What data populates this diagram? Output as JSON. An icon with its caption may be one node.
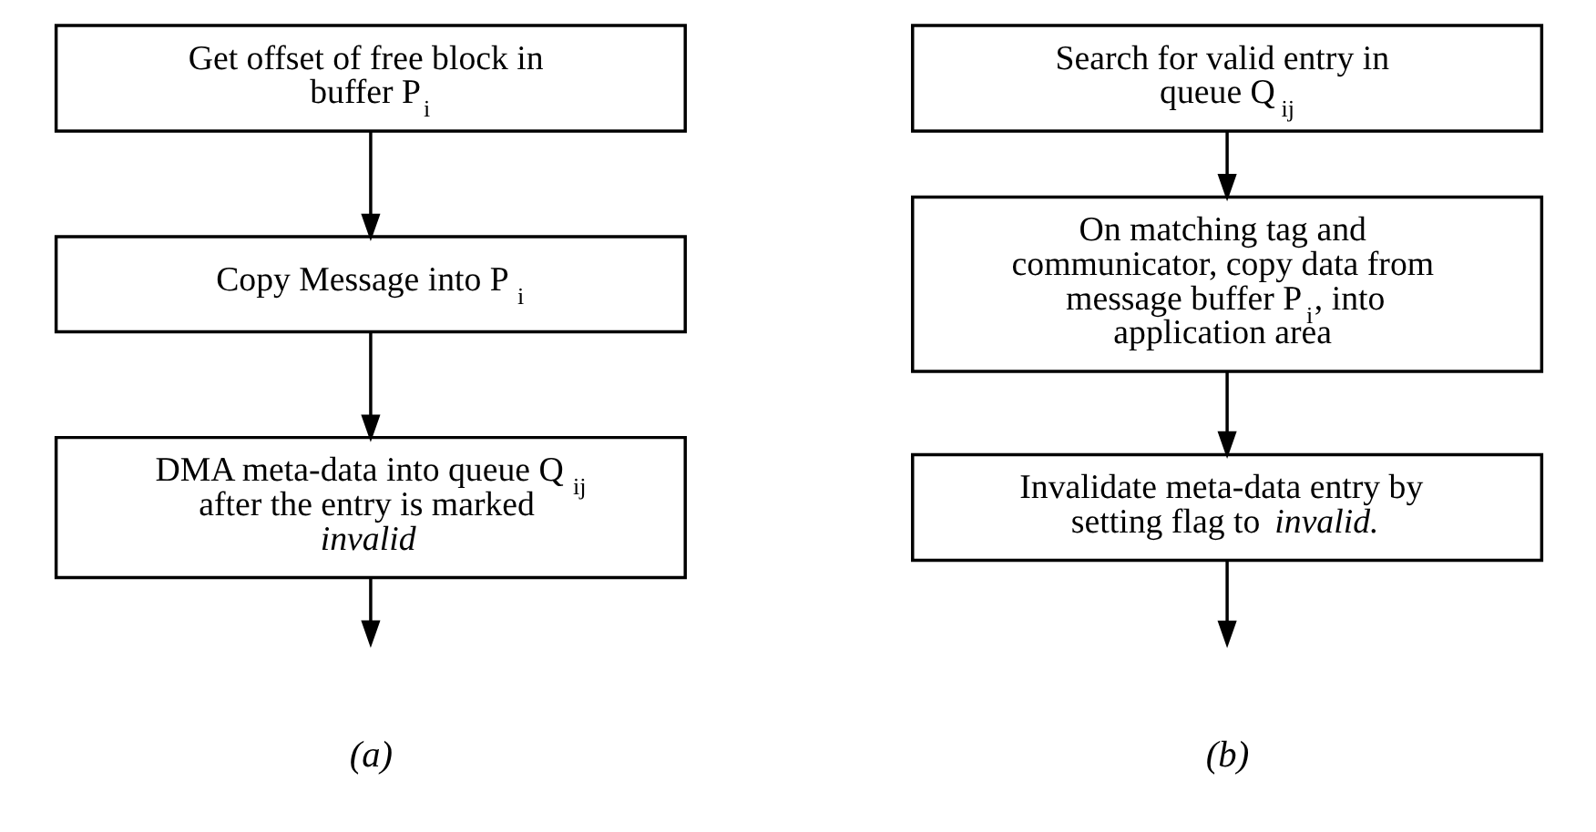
{
  "diagram": {
    "nodes": [
      {
        "text": [
          "Get offset of free block in buffer P$_{i}$"
        ]
      },
      {
        "text": [
          "Copy Message into P$_{i}$"
        ]
      },
      {
        "text": [
          "DMA meta-data into queue Q$_{ij}$ after the entry is marked *invalid*"
        ]
      },
      {
        "text": [
          "Search for valid entry in queue Q$_{ij}$"
        ]
      },
      {
        "text": [
          "On matching tag and communicator, copy data from message buffer P$_{i}$, into application area"
        ]
      },
      {
        "text": [
          "Invalidate meta-data entry by setting flag to *invalid.*"
        ]
      }
    ],
    "edges": [
      {
        "from": 0,
        "to": 1,
        "arrow": "to"
      },
      {
        "from": 1,
        "to": 2,
        "arrow": "to"
      },
      {
        "from": 2,
        "to": null,
        "arrow": "to"
      },
      {
        "from": 3,
        "to": 4,
        "arrow": "to"
      },
      {
        "from": 4,
        "to": 5,
        "arrow": "to"
      },
      {
        "from": 5,
        "to": null,
        "arrow": "to"
      }
    ],
    "labels": [
      "(a)",
      "(b)"
    ]
  }
}
